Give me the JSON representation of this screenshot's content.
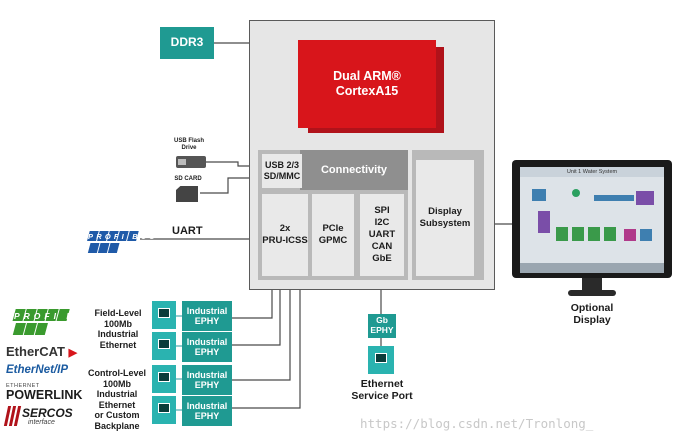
{
  "soc": {
    "cpu_label": "Dual ARM®\nCortexA15",
    "connectivity_label": "Connectivity",
    "usb_sd_label": "USB 2/3\nSD/MMC",
    "pru_label": "2x\nPRU-ICSS",
    "pcie_label": "PCIe\nGPMC",
    "spi_label": "SPI\nI2C\nUART\nCAN\nGbE",
    "display_label": "Display\nSubsystem"
  },
  "ddr3_label": "DDR3",
  "usb_flash_label": "USB Flash\nDrive",
  "sd_card_label": "SD CARD",
  "uart_label": "UART",
  "profibus_logo": "PROFI BUS",
  "ephy_blocks": [
    {
      "label": "Industrial\nEPHY"
    },
    {
      "label": "Industrial\nEPHY"
    },
    {
      "label": "Industrial\nEPHY"
    },
    {
      "label": "Industrial\nEPHY"
    }
  ],
  "field_level_label": "Field-Level\n100Mb\nIndustrial\nEthernet",
  "control_level_label": "Control-Level\n100Mb\nIndustrial\nEthernet\nor Custom\nBackplane",
  "gb_ephy_label": "Gb\nEPHY",
  "ethernet_port_label": "Ethernet\nService Port",
  "optional_display_label": "Optional\nDisplay",
  "screen_title": "Unit 1 Water System",
  "logos": {
    "profinet": "PROFI NET",
    "ethercat": "EtherCAT",
    "ethernet_ip": "EtherNet/IP",
    "ethernet_powerlink_small": "ETHERNET",
    "powerlink": "POWERLINK",
    "sercos": "SERCOS",
    "sercos_sub": "interface"
  },
  "watermark": "https://blog.csdn.net/Tronlong_",
  "colors": {
    "teal": "#1f9a92",
    "red": "#d8151b",
    "soc_outer": "#e6e6e6",
    "connectivity_grey": "#8f8f8f",
    "profibus_blue": "#1f5aa8",
    "profinet_green": "#3a9a2e"
  }
}
